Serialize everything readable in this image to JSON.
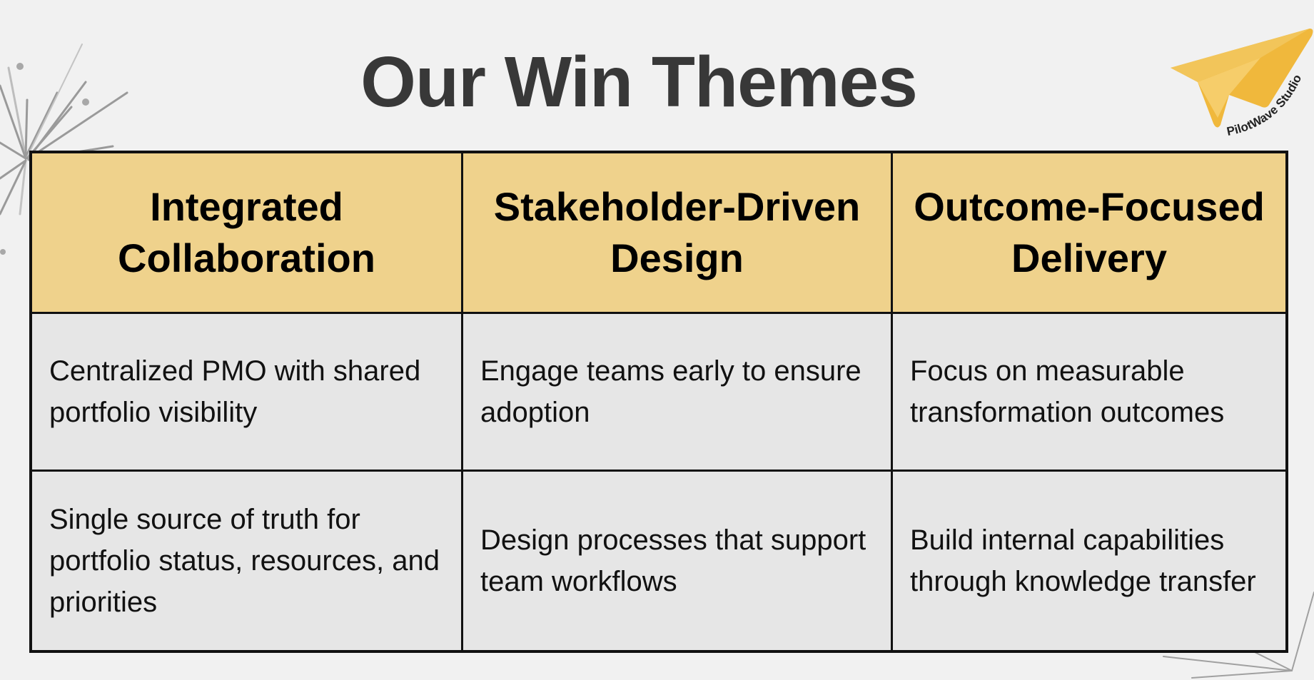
{
  "title": "Our Win Themes",
  "logo": {
    "text": "PilotWave Studio",
    "icon": "paper-plane-icon",
    "color": "#f0b83c"
  },
  "colors": {
    "header_bg": "#efd28c",
    "cell_bg": "#e6e6e6",
    "background": "#f1f1f1",
    "title": "#383838"
  },
  "table": {
    "headers": [
      "Integrated Collaboration",
      "Stakeholder-Driven Design",
      "Outcome-Focused Delivery"
    ],
    "rows": [
      [
        "Centralized PMO with shared portfolio visibility",
        "Engage teams early to ensure adoption",
        "Focus on measurable transformation outcomes"
      ],
      [
        "Single source of truth for portfolio status, resources, and priorities",
        "Design processes that support team workflows",
        "Build internal capabilities through knowledge transfer"
      ]
    ]
  }
}
